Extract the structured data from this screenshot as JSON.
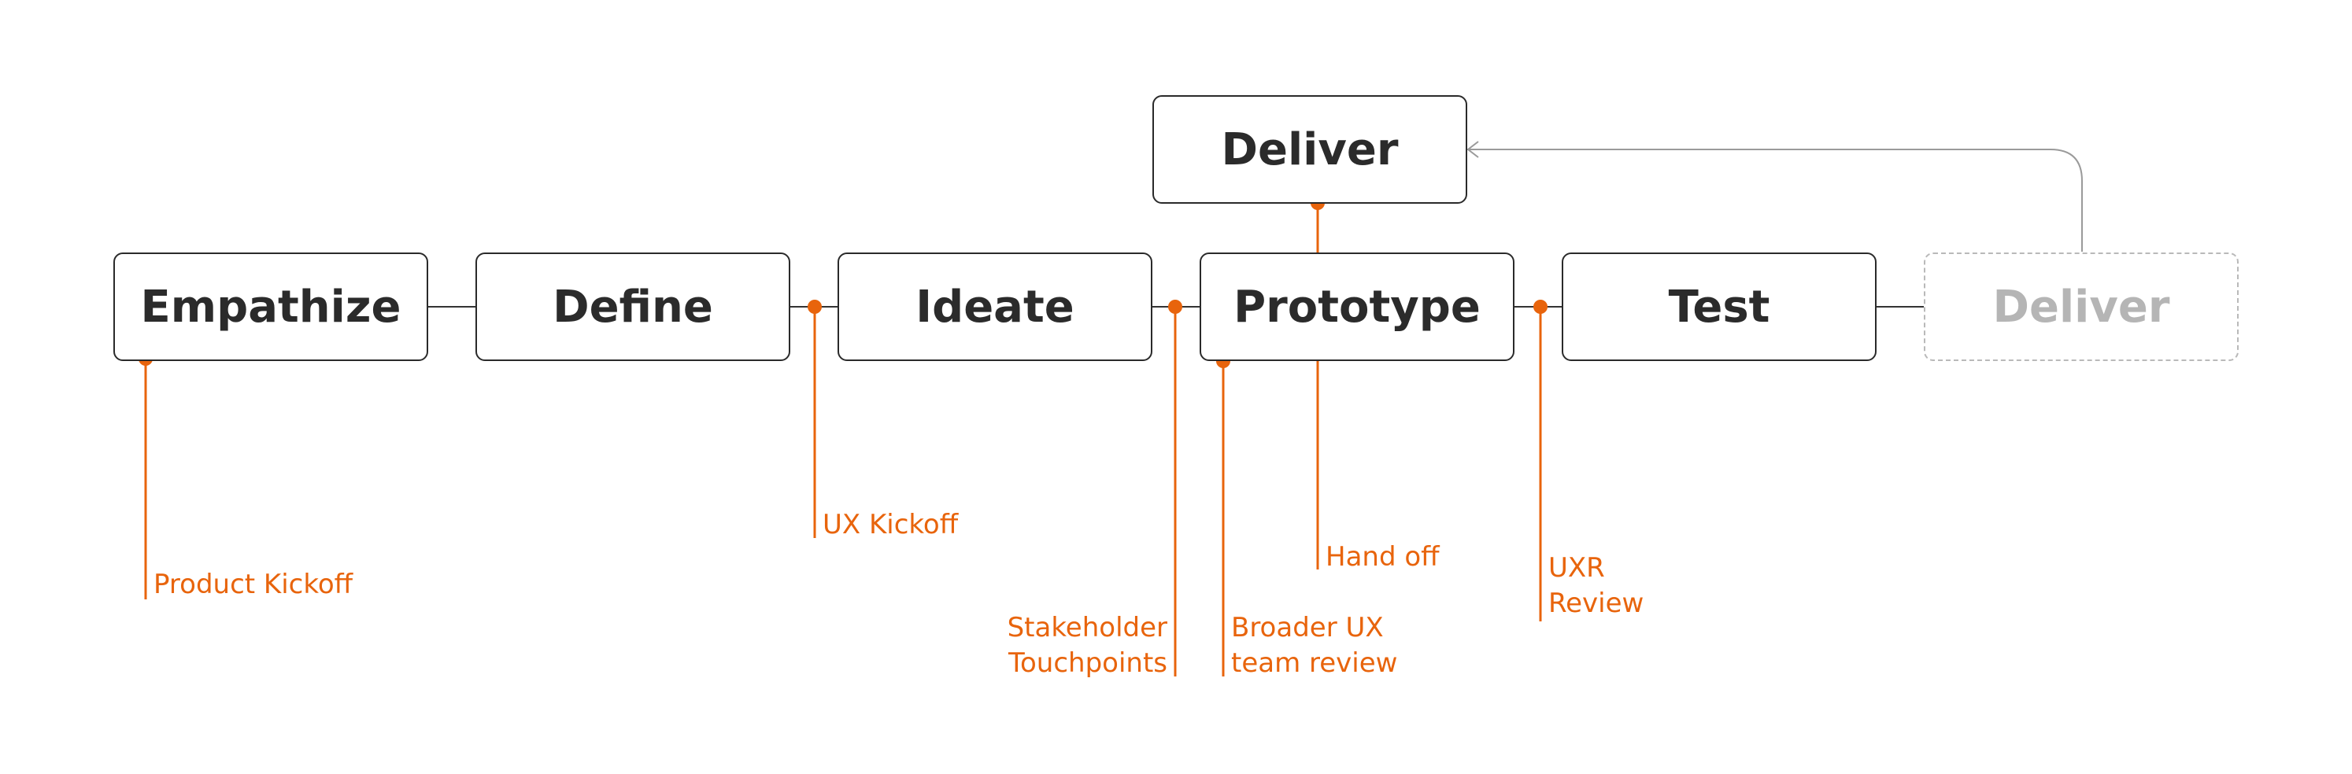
{
  "stages": {
    "empathize": "Empathize",
    "define": "Define",
    "ideate": "Ideate",
    "prototype": "Prototype",
    "test": "Test",
    "deliver_next": "Deliver",
    "deliver_top": "Deliver"
  },
  "milestones": {
    "product_kickoff": "Product Kickoff",
    "ux_kickoff": "UX Kickoff",
    "stakeholder_1": "Stakeholder",
    "stakeholder_2": "Touchpoints",
    "broader_1": "Broader UX",
    "broader_2": "team review",
    "hand_off": "Hand off",
    "uxr_1": "UXR",
    "uxr_2": "Review"
  },
  "colors": {
    "accent": "#E8640C",
    "node_border": "#2A2A2A",
    "text": "#2B2B2B",
    "ghost": "#B5B5B5",
    "connector": "#333333",
    "loop_arrow": "#9A9A9A"
  }
}
